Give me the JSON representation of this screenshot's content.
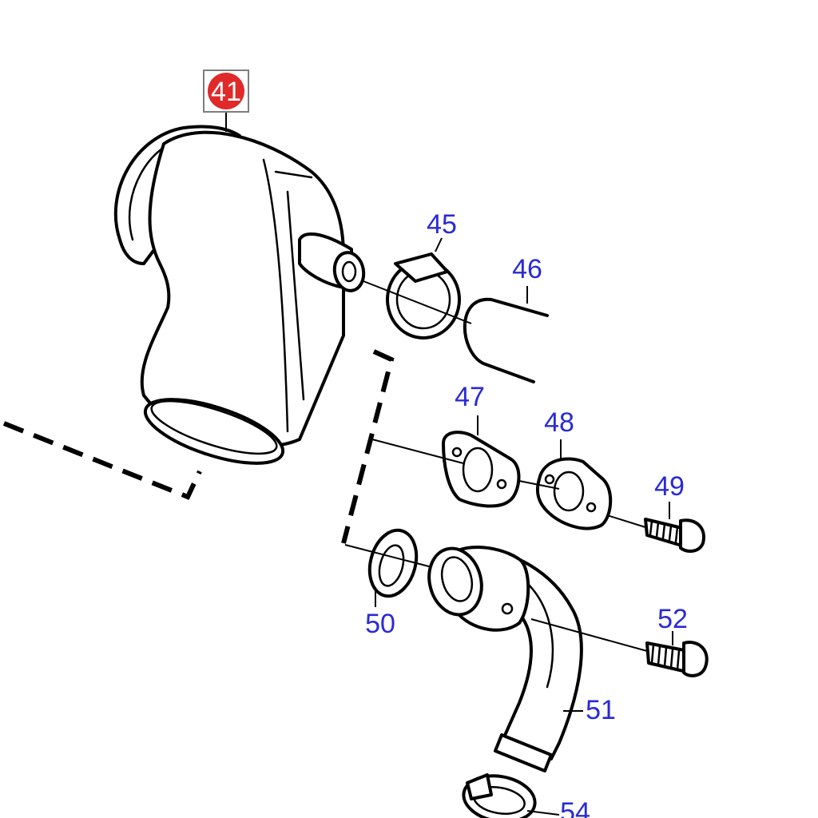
{
  "diagram": {
    "highlighted_part": {
      "number": "41",
      "color": "#e02a2a"
    },
    "label_color": "#2a2ad6",
    "parts": [
      {
        "key": "p45",
        "number": "45"
      },
      {
        "key": "p46",
        "number": "46"
      },
      {
        "key": "p47",
        "number": "47"
      },
      {
        "key": "p48",
        "number": "48"
      },
      {
        "key": "p49",
        "number": "49"
      },
      {
        "key": "p50",
        "number": "50"
      },
      {
        "key": "p51",
        "number": "51"
      },
      {
        "key": "p52",
        "number": "52"
      },
      {
        "key": "p54",
        "number": "54"
      }
    ]
  }
}
